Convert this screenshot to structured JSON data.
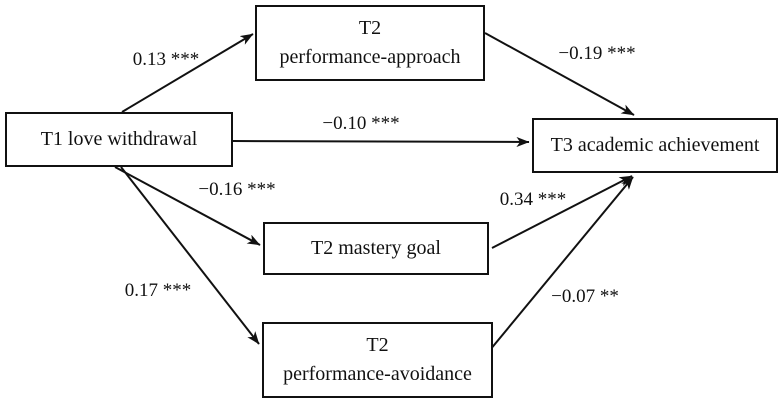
{
  "diagram": {
    "type": "path-model",
    "nodes": {
      "t1_love_withdrawal": {
        "label": "T1 love withdrawal"
      },
      "t2_performance_approach": {
        "line1": "T2",
        "line2": "performance-approach"
      },
      "t2_mastery_goal": {
        "label": "T2 mastery goal"
      },
      "t2_performance_avoidance": {
        "line1": "T2",
        "line2": "performance-avoidance"
      },
      "t3_academic_achievement": {
        "label": "T3 academic achievement"
      }
    },
    "edges": {
      "t1_to_performance_approach": {
        "from": "T1 love withdrawal",
        "to": "T2 performance-approach",
        "label": "0.13 ***"
      },
      "performance_approach_to_t3": {
        "from": "T2 performance-approach",
        "to": "T3 academic achievement",
        "label": "−0.19 ***"
      },
      "t1_to_t3_direct": {
        "from": "T1 love withdrawal",
        "to": "T3 academic achievement",
        "label": "−0.10 ***"
      },
      "t1_to_mastery_goal": {
        "from": "T1 love withdrawal",
        "to": "T2 mastery goal",
        "label": "−0.16 ***"
      },
      "mastery_goal_to_t3": {
        "from": "T2 mastery goal",
        "to": "T3 academic achievement",
        "label": "0.34 ***"
      },
      "t1_to_performance_avoidance": {
        "from": "T1 love withdrawal",
        "to": "T2 performance-avoidance",
        "label": "0.17 ***"
      },
      "performance_avoidance_to_t3": {
        "from": "T2 performance-avoidance",
        "to": "T3 academic achievement",
        "label": "−0.07 **"
      }
    },
    "colors": {
      "line": "#111111",
      "text": "#111111",
      "background": "#ffffff"
    }
  }
}
